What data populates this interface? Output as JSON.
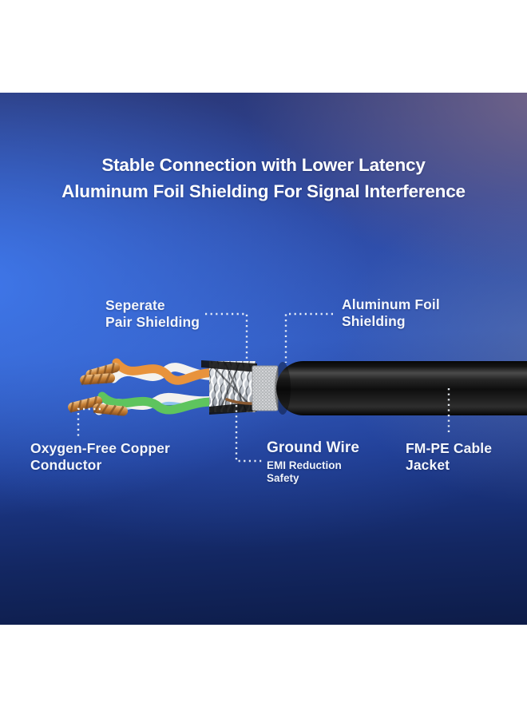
{
  "hero": {
    "title_line1": "Stable Connection with Lower Latency",
    "title_line2": "Aluminum Foil Shielding For Signal Interference"
  },
  "callouts": {
    "separate_pair_shielding": {
      "line1": "Seperate",
      "line2": "Pair Shielding"
    },
    "aluminum_foil_shielding": {
      "line1": "Aluminum Foil",
      "line2": "Shielding"
    },
    "oxygen_free_copper_conductor": {
      "line1": "Oxygen-Free Copper",
      "line2": "Conductor"
    },
    "ground_wire": {
      "label": "Ground Wire",
      "note_line1": "EMI Reduction",
      "note_line2": "Safety"
    },
    "fm_pe_cable_jacket": {
      "line1": "FM-PE Cable",
      "line2": "Jacket"
    }
  },
  "cable_diagram": {
    "parts": [
      "oxygen-free-copper-conductor-tips",
      "twisted-pair-orange-white",
      "twisted-pair-green-white",
      "blue-wire",
      "separate-pair-shielding-braid",
      "ground-wire",
      "aluminum-foil-shielding-band",
      "fm-pe-cable-jacket"
    ],
    "colors": {
      "orange_wire": "#e8933c",
      "white_wire": "#f4f2ee",
      "green_wire": "#5ec45e",
      "blue_wire": "#8fc3ee",
      "copper": "#c07a35",
      "braid_silver": "#c3c8cf",
      "foil_gray": "#c0c2c4",
      "jacket_black": "#101010",
      "leader_dots": "#eef2f8"
    }
  },
  "panel": {
    "background_top_left": "#2d5ecf",
    "background_top_right": "#56507a",
    "background_center": "#3259bc",
    "background_bottom": "#0e1f4e",
    "text_color": "#ffffff"
  }
}
